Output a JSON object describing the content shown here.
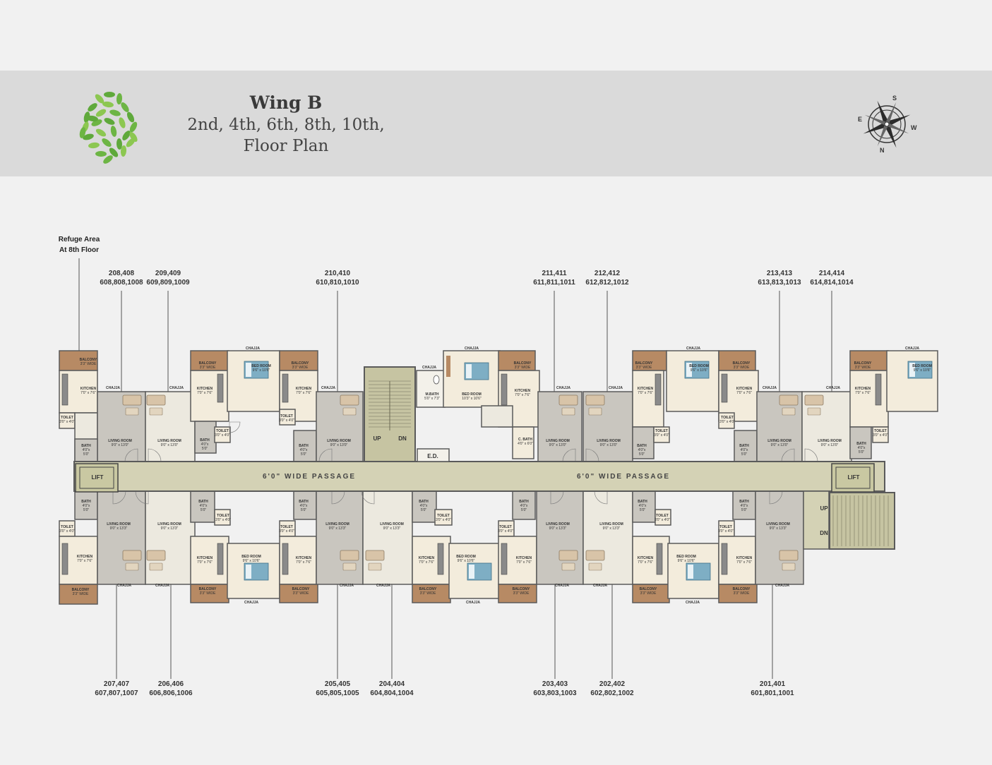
{
  "header": {
    "title": "Wing B",
    "subtitle_line1": "2nd, 4th, 6th, 8th, 10th,",
    "subtitle_line2": "Floor Plan"
  },
  "compass": {
    "s": "S",
    "e": "E",
    "w": "W",
    "n": "N"
  },
  "refuge": {
    "line1": "Refuge Area",
    "line2": "At 8th Floor"
  },
  "top_units": [
    {
      "a": "208,408",
      "b": "608,808,1008"
    },
    {
      "a": "209,409",
      "b": "609,809,1009"
    },
    {
      "a": "210,410",
      "b": "610,810,1010"
    },
    {
      "a": "211,411",
      "b": "611,811,1011"
    },
    {
      "a": "212,412",
      "b": "612,812,1012"
    },
    {
      "a": "213,413",
      "b": "613,813,1013"
    },
    {
      "a": "214,414",
      "b": "614,814,1014"
    }
  ],
  "bottom_units": [
    {
      "a": "207,407",
      "b": "607,807,1007"
    },
    {
      "a": "206,406",
      "b": "606,806,1006"
    },
    {
      "a": "205,405",
      "b": "605,805,1005"
    },
    {
      "a": "204,404",
      "b": "604,804,1004"
    },
    {
      "a": "203,403",
      "b": "603,803,1003"
    },
    {
      "a": "202,402",
      "b": "602,802,1002"
    },
    {
      "a": "201,401",
      "b": "601,801,1001"
    }
  ],
  "passage": {
    "left": "6'0\" WIDE PASSAGE",
    "right": "6'0\" WIDE PASSAGE"
  },
  "core": {
    "lift": "LIFT",
    "up": "UP",
    "dn": "DN",
    "ed": "E.D."
  },
  "rooms": {
    "living": "LIVING ROOM",
    "living_dim_top": "9'0\" x 13'0\"",
    "living_dim_bottom": "9'0\" x 13'3\"",
    "kitchen": "KITCHEN",
    "kitchen_dim": "7'0\" x 7'6\"",
    "bath": "BATH",
    "bath_dim_1": "4'0\"x",
    "bath_dim_2": "5'0\"",
    "toilet": "TOILET",
    "toilet_dim": "3'0\" x 4'0\"",
    "balcony": "BALCONY",
    "balcony_dim": "3'3\" WIDE",
    "chajja": "CHAJJA",
    "bedroom": "BED ROOM",
    "bedroom_dim": "9'6\" x 10'6\"",
    "bedroom_dim_big": "10'3\" x 10'6\"",
    "mbath": "M.BATH",
    "mbath_dim": "5'0\" x 7'3\"",
    "cbath": "C. BATH",
    "cbath_dim": "4'0\" x 6'0\""
  },
  "colors": {
    "header_band": "#dadada",
    "living": "#c9c6bf",
    "living_alt": "#ece9df",
    "passage": "#d4d2b5",
    "bedroom": "#f3ecdc",
    "balcony": "#b78a64",
    "wall": "#5a5a5a",
    "bed": "#7eaec4",
    "sofa": "#d8c4a8",
    "leaf": "#7ac043"
  }
}
